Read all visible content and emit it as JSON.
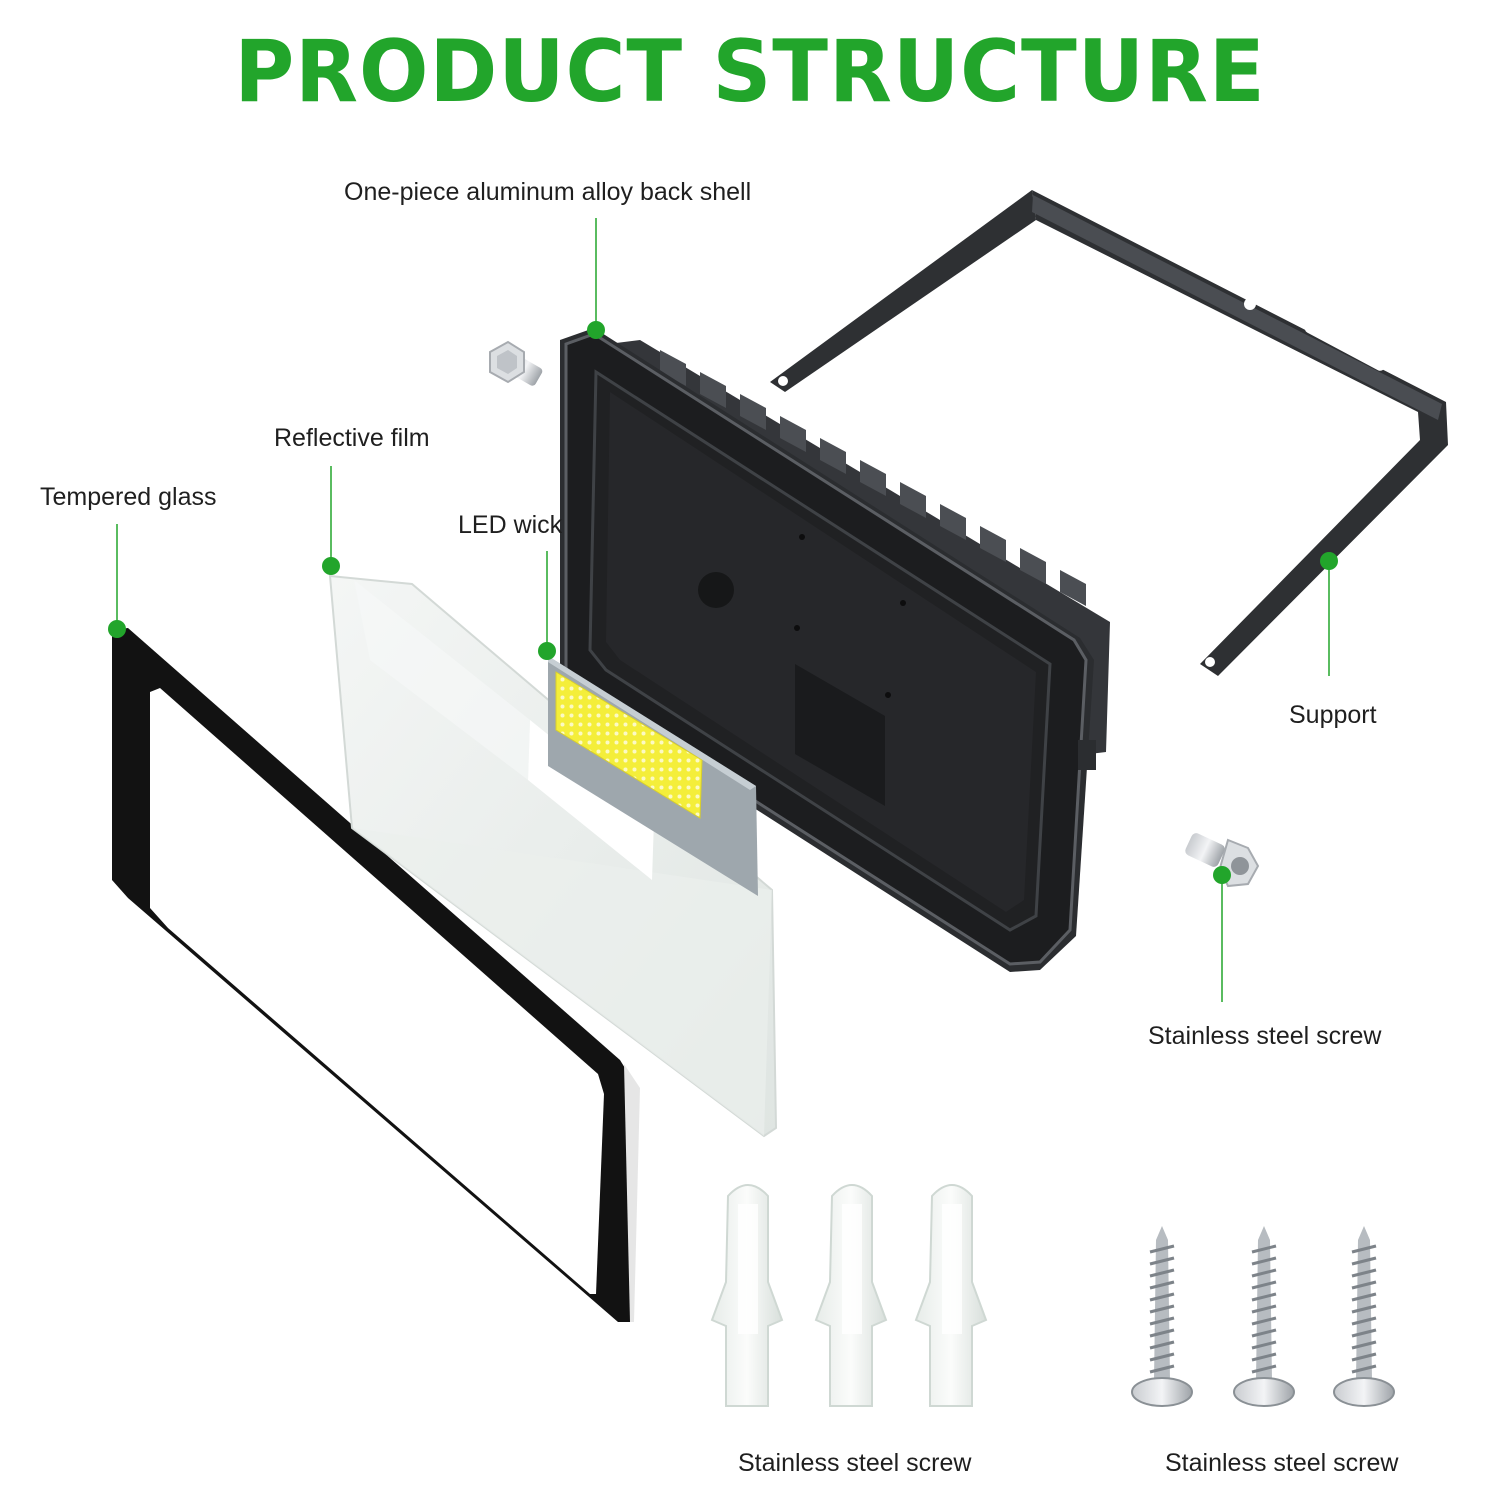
{
  "title": "PRODUCT STRUCTURE",
  "accent_color": "#22a52b",
  "labels": {
    "back_shell": "One-piece aluminum alloy back shell",
    "reflective_film": "Reflective film",
    "tempered_glass": "Tempered glass",
    "led_wick": "LED wick",
    "support": "Support",
    "screw_right": "Stainless steel screw",
    "anchors": "Stainless steel screw",
    "screws_bottom": "Stainless steel screw"
  },
  "parts": [
    "one-piece-aluminum-back-shell",
    "bracket-support",
    "tempered-glass",
    "reflective-film",
    "led-wick",
    "hex-screw-top",
    "hex-screw-right",
    "wall-anchors",
    "tapping-screws"
  ]
}
